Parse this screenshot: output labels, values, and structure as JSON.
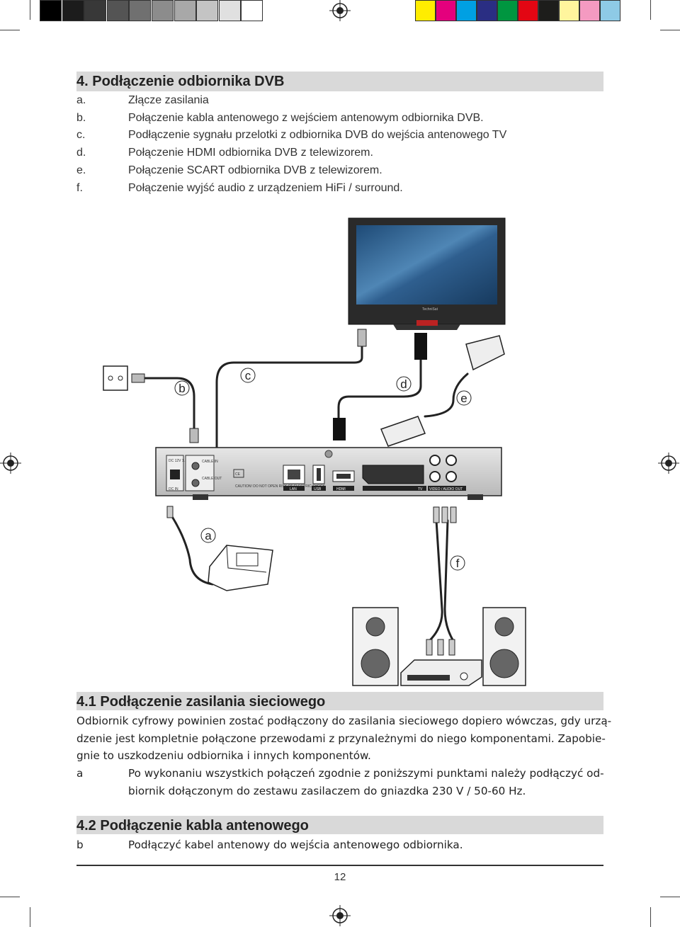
{
  "colors": {
    "gray_swatches": [
      "#000000",
      "#1c1c1c",
      "#383838",
      "#545454",
      "#707070",
      "#8c8c8c",
      "#a8a8a8",
      "#c4c4c4",
      "#e0e0e0",
      "#ffffff"
    ],
    "color_swatches": [
      "#ffed00",
      "#e4007d",
      "#00a0e3",
      "#2a2e83",
      "#009640",
      "#e30613",
      "#1d1d1b",
      "#fff59d",
      "#f49ac1",
      "#8ecae6"
    ],
    "heading_bar": "#d9d9d9"
  },
  "section4": {
    "title": "4. Podłączenie odbiornika DVB",
    "items": [
      {
        "letter": "a.",
        "text": "Złącze zasilania"
      },
      {
        "letter": "b.",
        "text": "Połączenie kabla antenowego z wejściem antenowym odbiornika DVB."
      },
      {
        "letter": "c.",
        "text": "Podłączenie sygnału przelotki z odbiornika DVB do wejścia antenowego TV"
      },
      {
        "letter": "d.",
        "text": "Połączenie HDMI odbiornika DVB z telewizorem."
      },
      {
        "letter": "e.",
        "text": "Połączenie SCART odbiornika DVB z telewizorem."
      },
      {
        "letter": "f.",
        "text": "Połączenie wyjść audio z urządzeniem HiFi / surround."
      }
    ]
  },
  "diagram": {
    "callouts": [
      "a",
      "b",
      "c",
      "d",
      "e",
      "f"
    ],
    "receiver_labels": {
      "dc_in": "DC IN",
      "dc_spec": "DC 12V 1.5 A",
      "cable_in": "CABLE IN",
      "cable_out": "CABLE OUT",
      "caution": "CAUTION! DO NOT OPEN RISK OF ELECTRIC SHOCK",
      "lan": "LAN",
      "usb": "USB",
      "hdmi": "HDMI",
      "tv": "TV",
      "video_audio_out": "VIDEO / AUDIO OUT",
      "ce": "CE"
    },
    "tv_brand": "TechniSat"
  },
  "section41": {
    "title": "4.1 Podłączenie zasilania sieciowego",
    "para_lines": [
      "Odbiornik cyfrowy powinien zostać podłączony do zasilania sieciowego dopiero wówczas, gdy urzą-",
      "dzenie jest kompletnie połączone przewodami z przynależnymi do niego komponentami. Zapobie-",
      "gnie to uszkodzeniu odbiornika i innych komponentów."
    ],
    "item_letter": "a",
    "item_lines": [
      "Po wykonaniu wszystkich połączeń zgodnie z poniższymi punktami należy podłączyć od-",
      "biornik dołączonym do zestawu zasilaczem do gniazdka 230 V / 50-60 Hz."
    ]
  },
  "section42": {
    "title": "4.2 Podłączenie kabla antenowego",
    "item_letter": "b",
    "item_text": "Podłączyć kabel antenowy do wejścia antenowego odbiornika."
  },
  "page_number": "12"
}
